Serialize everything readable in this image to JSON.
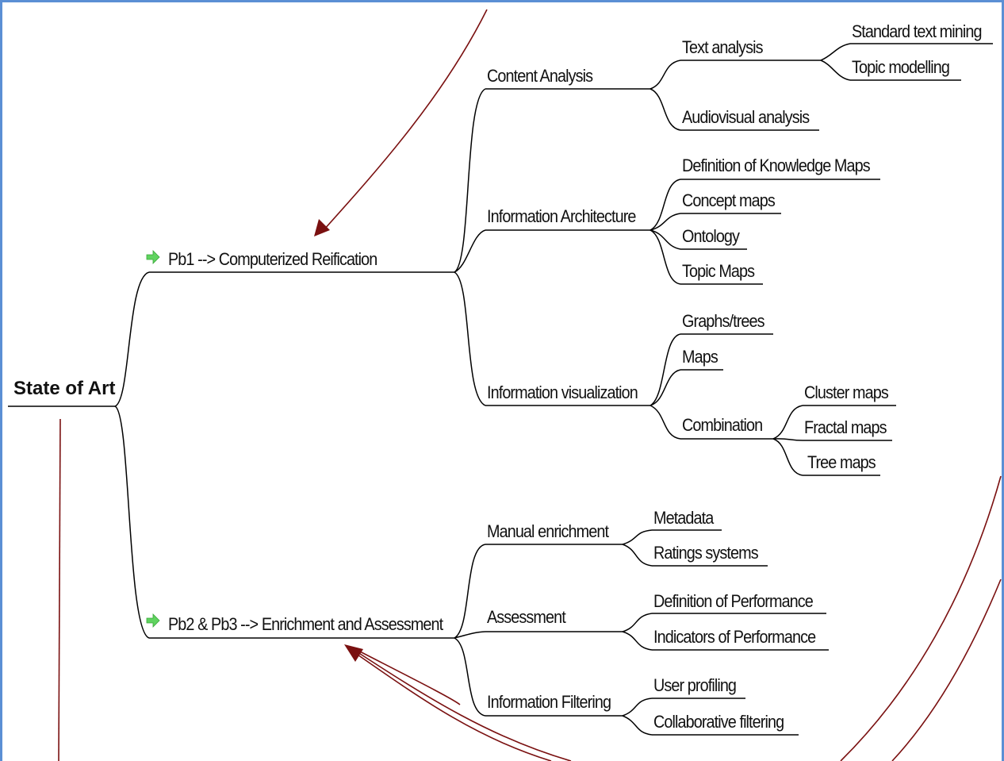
{
  "mindmap": {
    "root": "State of Art",
    "pb1": {
      "label": "Pb1 --> Computerized Reification",
      "content_analysis": {
        "label": "Content Analysis",
        "text_analysis": {
          "label": "Text analysis",
          "children": [
            "Standard text mining",
            "Topic modelling"
          ]
        },
        "audiovisual": "Audiovisual analysis"
      },
      "information_architecture": {
        "label": "Information Architecture",
        "children": [
          "Definition of Knowledge Maps",
          "Concept maps",
          "Ontology",
          "Topic Maps"
        ]
      },
      "information_visualization": {
        "label": "Information visualization",
        "graphs": "Graphs/trees",
        "maps": "Maps",
        "combination": {
          "label": "Combination",
          "children": [
            "Cluster maps",
            "Fractal maps",
            "Tree maps"
          ]
        }
      }
    },
    "pb2": {
      "label": "Pb2 & Pb3 --> Enrichment and Assessment",
      "manual_enrichment": {
        "label": "Manual enrichment",
        "children": [
          "Metadata",
          "Ratings systems"
        ]
      },
      "assessment": {
        "label": "Assessment",
        "children": [
          "Definition of Performance",
          "Indicators of Performance"
        ]
      },
      "information_filtering": {
        "label": "Information Filtering",
        "children": [
          "User profiling",
          "Collaborative filtering"
        ]
      }
    }
  },
  "colors": {
    "frame": "#5b8fd4",
    "connector": "#000000",
    "arrow": "#7a1010",
    "bullet": "#5fd35f"
  },
  "icons": {
    "bullet": "green-arrow-icon"
  }
}
